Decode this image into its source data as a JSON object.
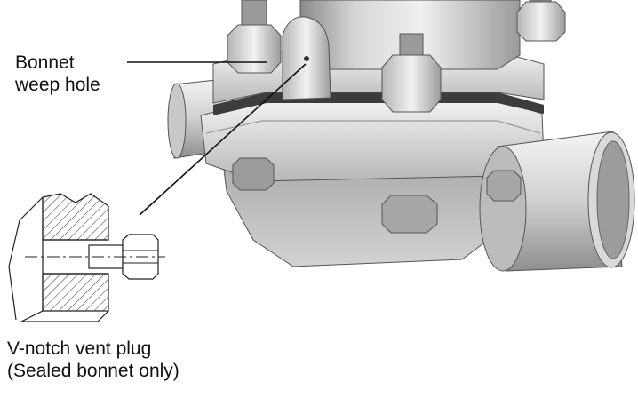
{
  "callouts": {
    "bonnet_weep_hole": {
      "line1": "Bonnet",
      "line2": "weep hole"
    },
    "vent_plug": {
      "line1": "V-notch vent plug",
      "line2": "(Sealed bonnet only)"
    }
  },
  "colors": {
    "metal_light": "#e8e8e8",
    "metal_mid": "#c4c4c4",
    "metal_dark": "#7d7d7d",
    "outline": "#4a4a4a",
    "ink": "#111111"
  }
}
